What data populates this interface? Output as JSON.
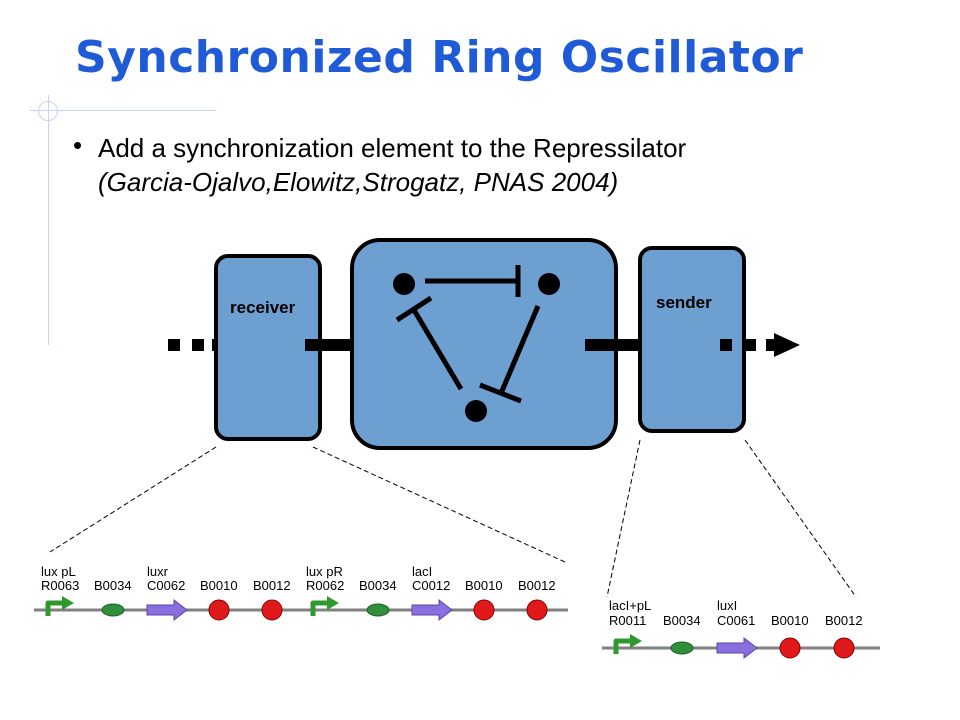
{
  "title": "Synchronized Ring Oscillator",
  "bullet": {
    "text": "Add a synchronization element to the Repressilator",
    "citation": "(Garcia-Ojalvo,Elowitz,Strogatz, PNAS 2004)"
  },
  "diagram": {
    "receiver_label": "receiver",
    "sender_label": "sender",
    "box_fill": "#6e9fd1"
  },
  "receiver_parts": [
    {
      "top": "lux pL",
      "bottom": "R0063",
      "type": "promoter"
    },
    {
      "top": "",
      "bottom": "B0034",
      "type": "rbs"
    },
    {
      "top": "luxr",
      "bottom": "C0062",
      "type": "coding"
    },
    {
      "top": "",
      "bottom": "B0010",
      "type": "terminator"
    },
    {
      "top": "",
      "bottom": "B0012",
      "type": "terminator"
    },
    {
      "top": "lux pR",
      "bottom": "R0062",
      "type": "promoter"
    },
    {
      "top": "",
      "bottom": "B0034",
      "type": "rbs"
    },
    {
      "top": "lacI",
      "bottom": "C0012",
      "type": "coding"
    },
    {
      "top": "",
      "bottom": "B0010",
      "type": "terminator"
    },
    {
      "top": "",
      "bottom": "B0012",
      "type": "terminator"
    }
  ],
  "sender_parts": [
    {
      "top": "lacI+pL",
      "bottom": "R0011",
      "type": "promoter"
    },
    {
      "top": "",
      "bottom": "B0034",
      "type": "rbs"
    },
    {
      "top": "luxI",
      "bottom": "C0061",
      "type": "coding"
    },
    {
      "top": "",
      "bottom": "B0010",
      "type": "terminator"
    },
    {
      "top": "",
      "bottom": "B0012",
      "type": "terminator"
    }
  ]
}
